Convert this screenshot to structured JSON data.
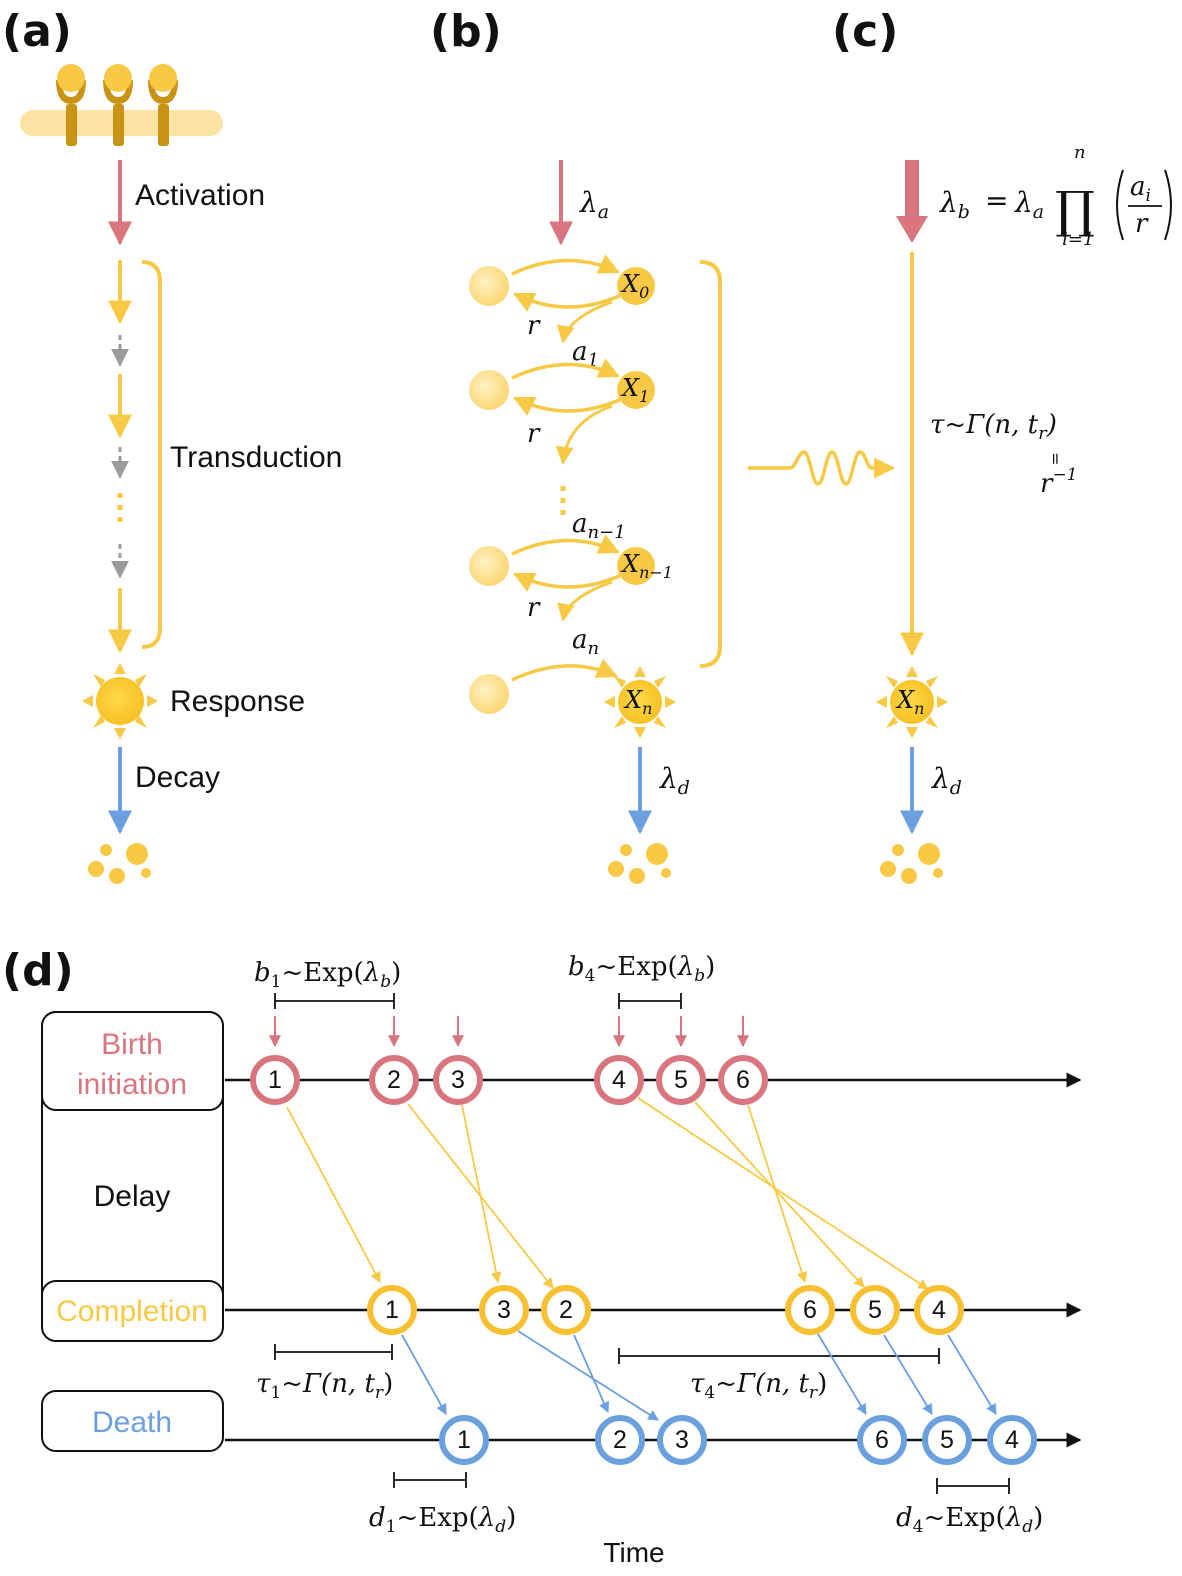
{
  "panels": {
    "a": "(a)",
    "b": "(b)",
    "c": "(c)",
    "d": "(d)"
  },
  "colors": {
    "red": "#d9757f",
    "yellow": "#f8c944",
    "yellow_light": "#fad982",
    "blue": "#6a9fe0",
    "gold": "#c99416",
    "gray": "#9b9b9b"
  },
  "panel_a": {
    "activation": "Activation",
    "transduction": "Transduction",
    "response": "Response",
    "decay": "Decay"
  },
  "panel_b": {
    "lambda_a_sym": "λ",
    "lambda_a_sub": "a",
    "states": [
      {
        "sym": "X",
        "sub": "0"
      },
      {
        "sym": "X",
        "sub": "1"
      },
      {
        "sym": "X",
        "sub": "n−1"
      },
      {
        "sym": "X",
        "sub": "n"
      }
    ],
    "r": "r",
    "a_labels": [
      {
        "sym": "a",
        "sub": "1"
      },
      {
        "sym": "a",
        "sub": "n−1"
      },
      {
        "sym": "a",
        "sub": "n"
      }
    ],
    "lambda_d_sym": "λ",
    "lambda_d_sub": "d"
  },
  "panel_c": {
    "lambda_b": "λ",
    "lambda_b_sub": "b",
    "eq": "=",
    "lambda_a": "λ",
    "lambda_a_sub": "a",
    "prod": "∏",
    "prod_top": "n",
    "prod_bottom": "i=1",
    "frac_num": "a",
    "frac_num_sub": "i",
    "frac_den": "r",
    "tau": "τ~Γ(n, t",
    "tau_sub": "r",
    "tau_close": ")",
    "equals_vertical": "=",
    "r_inv": "r",
    "r_inv_sup": "−1",
    "state_sym": "X",
    "state_sub": "n",
    "lambda_d": "λ",
    "lambda_d_sub": "d"
  },
  "panel_d": {
    "labels": {
      "birth": "Birth",
      "initiation": "initiation",
      "delay": "Delay",
      "completion": "Completion",
      "death": "Death",
      "time": "Time"
    },
    "birth_nodes": [
      "1",
      "2",
      "3",
      "4",
      "5",
      "6"
    ],
    "completion_nodes": [
      "1",
      "3",
      "2",
      "6",
      "5",
      "4"
    ],
    "death_nodes": [
      "1",
      "2",
      "3",
      "6",
      "5",
      "4"
    ],
    "annotations": {
      "b1": {
        "var": "b",
        "sub": "1",
        "rest": "~Exp(",
        "lam": "λ",
        "lamsub": "b",
        "close": ")"
      },
      "b4": {
        "var": "b",
        "sub": "4",
        "rest": "~Exp(",
        "lam": "λ",
        "lamsub": "b",
        "close": ")"
      },
      "tau1": {
        "var": "τ",
        "sub": "1",
        "rest": "~Γ(n, t",
        "tsub": "r",
        "close": ")"
      },
      "tau4": {
        "var": "τ",
        "sub": "4",
        "rest": "~Γ(n, t",
        "tsub": "r",
        "close": ")"
      },
      "d1": {
        "var": "d",
        "sub": "1",
        "rest": "~Exp(",
        "lam": "λ",
        "lamsub": "d",
        "close": ")"
      },
      "d4": {
        "var": "d",
        "sub": "4",
        "rest": "~Exp(",
        "lam": "λ",
        "lamsub": "d",
        "close": ")"
      }
    }
  }
}
